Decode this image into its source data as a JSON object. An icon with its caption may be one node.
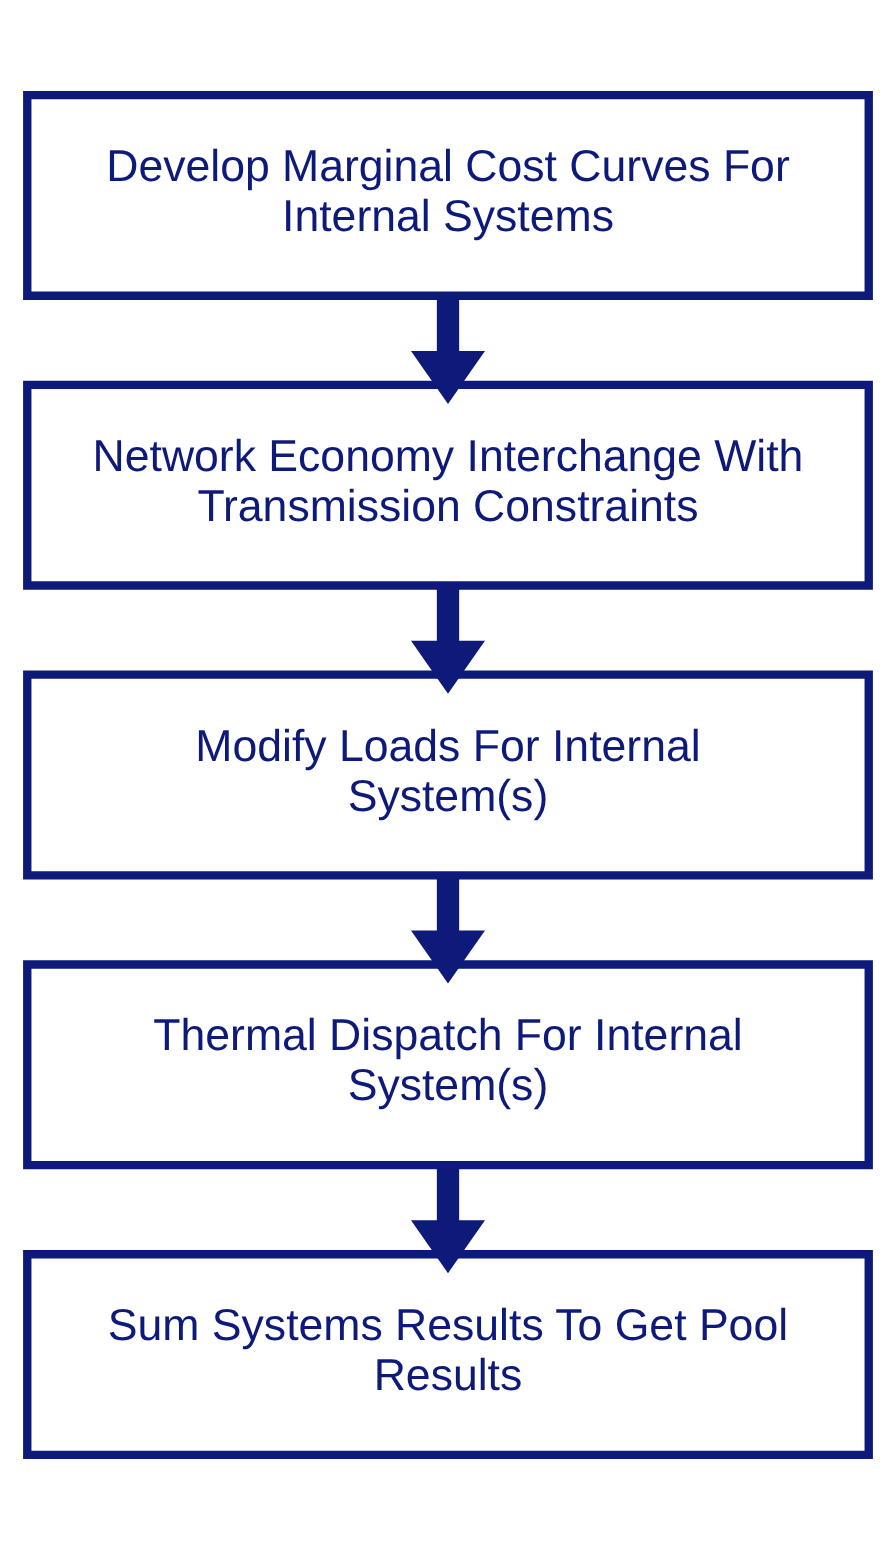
{
  "diagram": {
    "nodes": [
      {
        "text": [
          "Develop Marginal Cost Curves For Internal Systems"
        ]
      },
      {
        "text": [
          "Network Economy Interchange With Transmission Constraints"
        ]
      },
      {
        "text": [
          "Modify Loads For Internal System(s)"
        ]
      },
      {
        "text": [
          "Thermal Dispatch For Internal System(s)"
        ]
      },
      {
        "text": [
          "Sum Systems Results To Get Pool Results"
        ]
      }
    ],
    "edges": [
      {
        "from": 0,
        "to": 1,
        "arrow": "to"
      },
      {
        "from": 1,
        "to": 2,
        "arrow": "to"
      },
      {
        "from": 2,
        "to": 3,
        "arrow": "to"
      },
      {
        "from": 3,
        "to": 4,
        "arrow": "to"
      }
    ]
  }
}
